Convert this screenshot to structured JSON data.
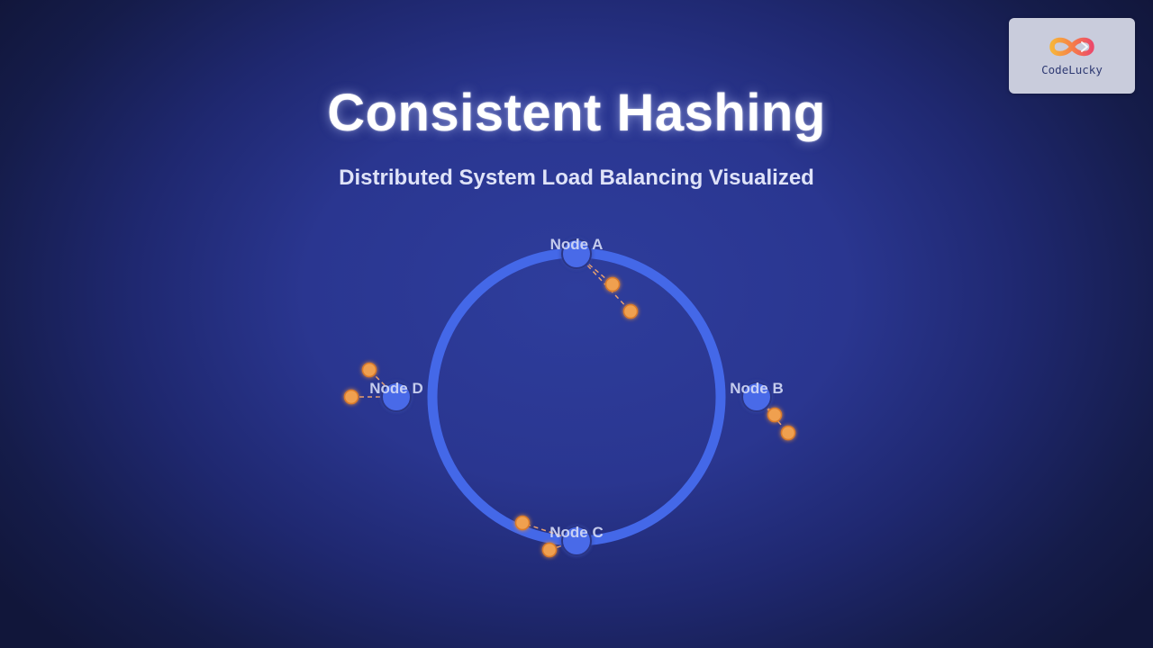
{
  "title": "Consistent Hashing",
  "subtitle": "Distributed System Load Balancing Visualized",
  "logo": {
    "text": "CodeLucky",
    "icon": "infinity-logo-icon"
  },
  "colors": {
    "ring": "#4468e8",
    "node_fill": "#4a6ae8",
    "node_stroke": "#2a3585",
    "key_fill": "#f0a050",
    "key_stroke": "#d97a2a",
    "link": "#e8a070"
  },
  "ring": {
    "nodes": [
      {
        "label": "Node A",
        "angle": 0
      },
      {
        "label": "Node B",
        "angle": 90
      },
      {
        "label": "Node C",
        "angle": 180
      },
      {
        "label": "Node D",
        "angle": 270
      }
    ]
  }
}
